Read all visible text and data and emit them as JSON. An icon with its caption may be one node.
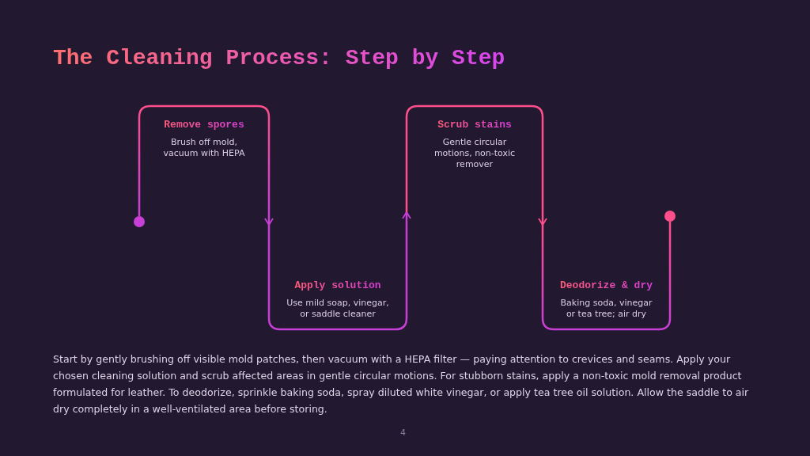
{
  "diagram": {
    "title": "The Cleaning Process: Step by Step",
    "nodes": [
      {
        "text": [],
        "shape": "circle"
      },
      {
        "text": [
          "Remove spores",
          "Brush off mold, vacuum with HEPA"
        ]
      },
      {
        "text": [
          "Apply solution",
          "Use mild soap, vinegar, or saddle cleaner"
        ]
      },
      {
        "text": [
          "Scrub stains",
          "Gentle circular motions, non-toxic remover"
        ]
      },
      {
        "text": [
          "Deodorize & dry",
          "Baking soda, vinegar or tea tree; air dry"
        ]
      },
      {
        "text": [],
        "shape": "circle"
      }
    ],
    "edges": [
      {
        "from": 0,
        "to": 1,
        "arrow": "none"
      },
      {
        "from": 1,
        "to": 2,
        "arrow": "to"
      },
      {
        "from": 2,
        "to": 3,
        "arrow": "to"
      },
      {
        "from": 3,
        "to": 4,
        "arrow": "to"
      },
      {
        "from": 4,
        "to": 5,
        "arrow": "none"
      }
    ],
    "labels": [
      "Start by gently brushing off visible mold patches, then vacuum with a HEPA filter — paying attention to crevices and seams. Apply your chosen cleaning solution and scrub affected areas in gentle circular motions. For stubborn stains, apply a non-toxic mold removal product formulated for leather. To deodorize, sprinkle baking soda, spray diluted white vinegar, or apply tea tree oil solution. Allow the saddle to air dry completely in a well-ventilated area before storing.",
      "4"
    ]
  }
}
